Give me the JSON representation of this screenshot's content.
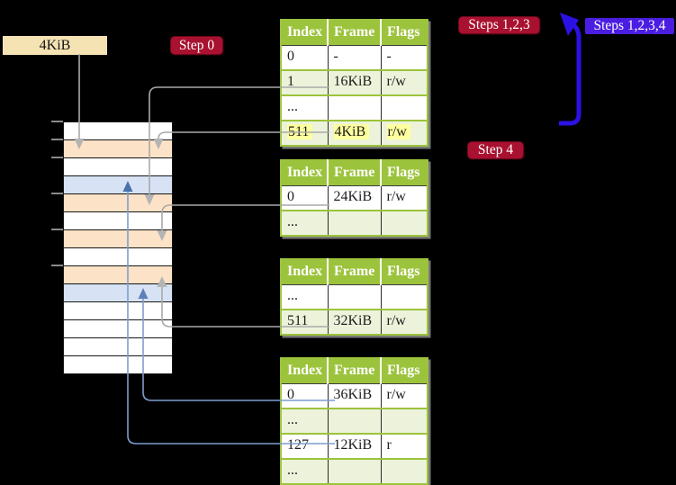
{
  "memory_label": "4KiB",
  "badges": {
    "step0": "Step 0",
    "steps123": "Steps 1,2,3",
    "steps1234": "Steps 1,2,3,4",
    "step4": "Step 4"
  },
  "memory": {
    "rows": [
      "white",
      "peach",
      "white",
      "blue",
      "peach",
      "white",
      "peach",
      "white",
      "peach",
      "blue",
      "white",
      "white",
      "white",
      "white"
    ]
  },
  "tables": {
    "columns": [
      "Index",
      "Frame",
      "Flags"
    ],
    "t1": {
      "rows": [
        {
          "index": "0",
          "frame": "-",
          "flags": "-"
        },
        {
          "index": "1",
          "frame": "16KiB",
          "flags": "r/w"
        },
        {
          "index": "...",
          "frame": "",
          "flags": ""
        },
        {
          "index": "511",
          "frame": "4KiB",
          "flags": "r/w"
        }
      ]
    },
    "t2": {
      "rows": [
        {
          "index": "0",
          "frame": "24KiB",
          "flags": "r/w"
        },
        {
          "index": "...",
          "frame": "",
          "flags": ""
        }
      ]
    },
    "t3": {
      "rows": [
        {
          "index": "...",
          "frame": "",
          "flags": ""
        },
        {
          "index": "511",
          "frame": "32KiB",
          "flags": "r/w"
        }
      ]
    },
    "t4": {
      "rows": [
        {
          "index": "0",
          "frame": "36KiB",
          "flags": "r/w"
        },
        {
          "index": "...",
          "frame": "",
          "flags": ""
        },
        {
          "index": "127",
          "frame": "12KiB",
          "flags": "r"
        },
        {
          "index": "...",
          "frame": "",
          "flags": ""
        }
      ]
    }
  },
  "colors": {
    "background": "#000000",
    "table_header_green": "#9cc33c",
    "table_row_green": "#ecf3da",
    "memory_peach": "#fce2c6",
    "memory_blue": "#d7e3f4",
    "label_wheat": "#f6e3b4",
    "badge_crimson": "#a8112f",
    "badge_violet": "#4a1de0",
    "loop_arrow_blue": "#2b11e3",
    "connector_gray": "#a9a9a9",
    "connector_blue": "#7d9ece",
    "highlight_yellow": "#feff9e"
  }
}
